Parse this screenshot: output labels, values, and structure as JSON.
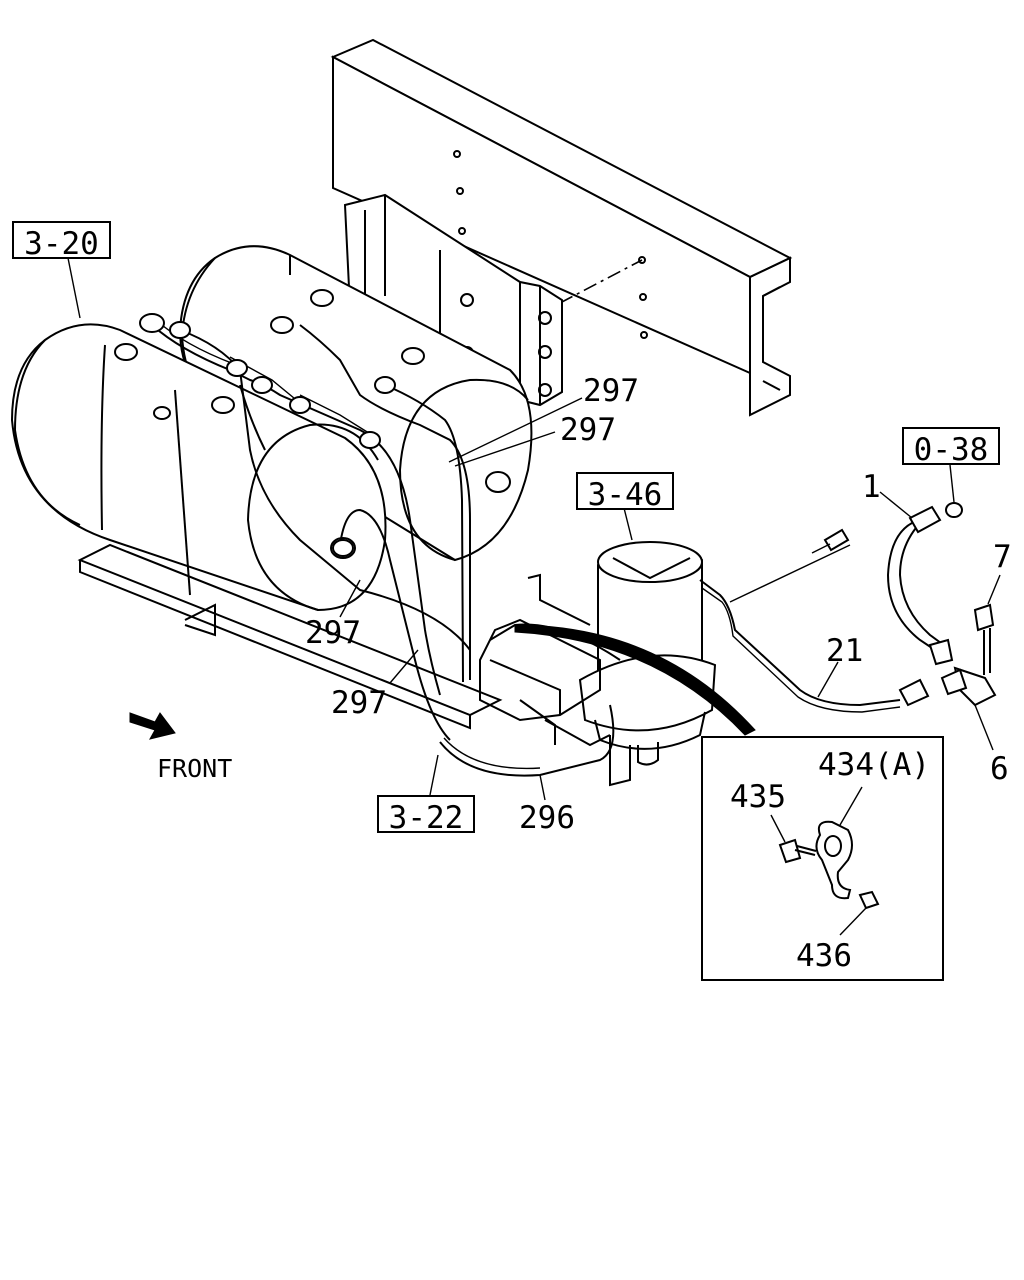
{
  "figure": {
    "ref_boxes": {
      "r1": "3-20",
      "r2": "3-46",
      "r3": "0-38",
      "r4": "3-22"
    },
    "callouts": {
      "c297a": "297",
      "c297b": "297",
      "c297c": "297",
      "c297d": "297",
      "c1": "1",
      "c7": "7",
      "c21": "21",
      "c6": "6",
      "c296": "296",
      "c434": "434(A)",
      "c435": "435",
      "c436": "436"
    },
    "front_label": "FRONT"
  }
}
